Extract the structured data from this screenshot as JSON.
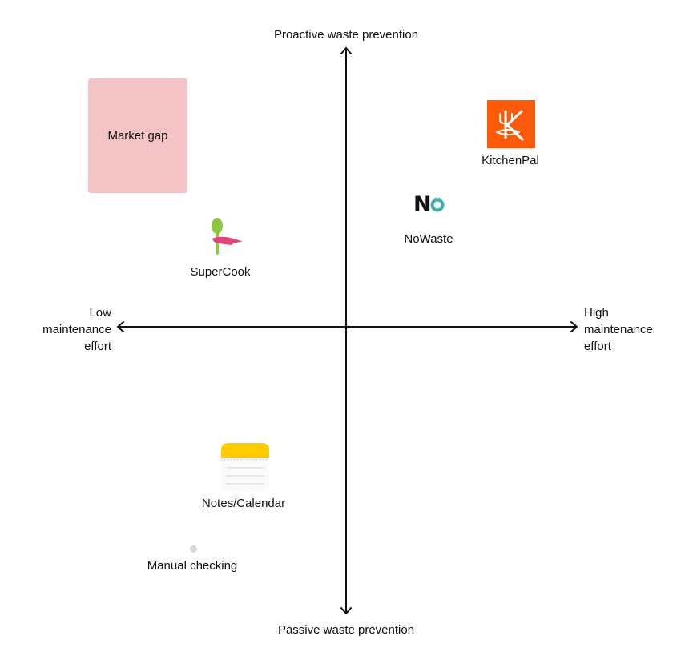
{
  "axes": {
    "top": "Proactive waste prevention",
    "bottom": "Passive waste prevention",
    "left": [
      "Low",
      "maintenance",
      "effort"
    ],
    "right": [
      "High",
      "maintenance",
      "effort"
    ]
  },
  "market_gap": {
    "label": "Market gap",
    "color": "#f4c3c5"
  },
  "items": {
    "kitchenpal": {
      "label": "KitchenPal",
      "icon": "kitchenpal-logo-icon",
      "color": "#ff5a0a"
    },
    "nowaste": {
      "label": "NoWaste",
      "icon": "nowaste-logo-icon",
      "logo_text": "N",
      "color": "#3fb0ad"
    },
    "supercook": {
      "label": "SuperCook",
      "icon": "supercook-spoon-icon",
      "colors": [
        "#8cc63f",
        "#e0457b"
      ]
    },
    "notes": {
      "label": "Notes/Calendar",
      "icon": "notes-app-icon",
      "color": "#ffcc00"
    },
    "manual": {
      "label": "Manual checking",
      "icon": "dot-icon",
      "color": "#d9d9d9"
    }
  }
}
